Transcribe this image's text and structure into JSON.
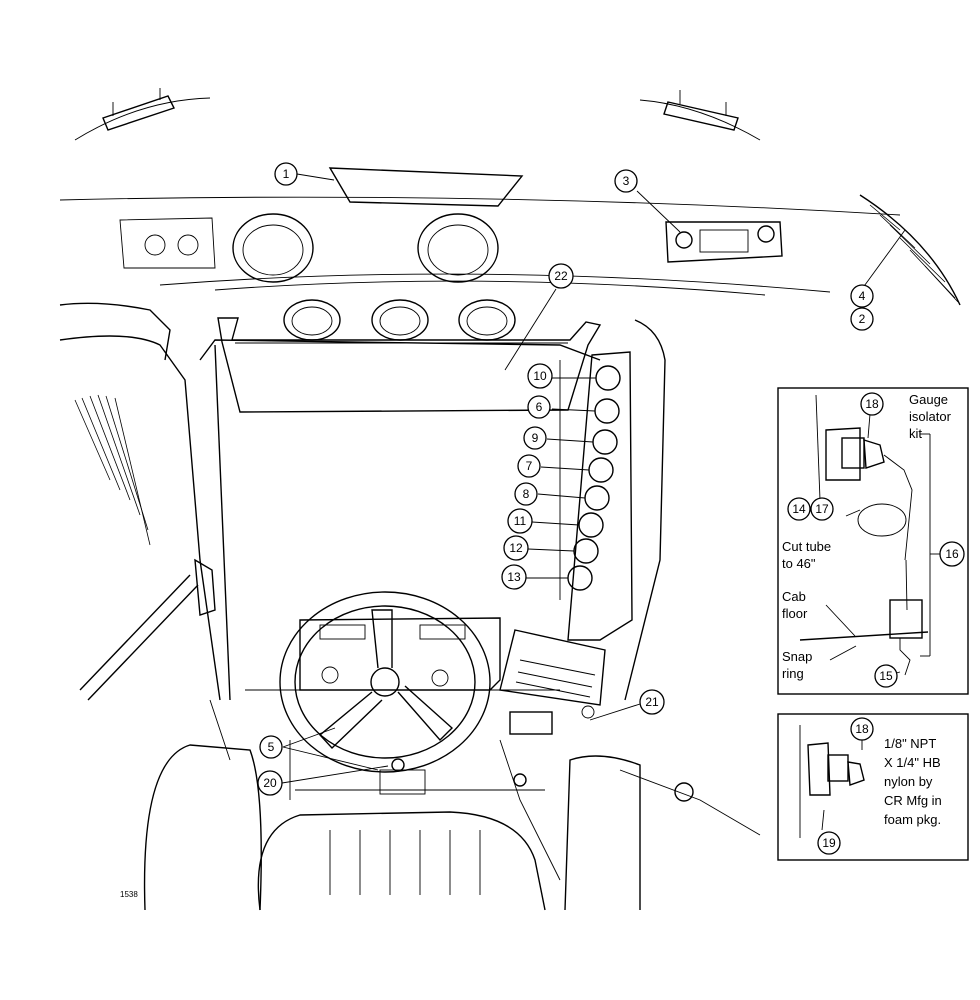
{
  "figure_number": "1538",
  "callouts": [
    {
      "id": "c1",
      "label": "1"
    },
    {
      "id": "c3",
      "label": "3"
    },
    {
      "id": "c22",
      "label": "22"
    },
    {
      "id": "c4",
      "label": "4"
    },
    {
      "id": "c2",
      "label": "2"
    },
    {
      "id": "c10",
      "label": "10"
    },
    {
      "id": "c6",
      "label": "6"
    },
    {
      "id": "c9",
      "label": "9"
    },
    {
      "id": "c7",
      "label": "7"
    },
    {
      "id": "c8",
      "label": "8"
    },
    {
      "id": "c11",
      "label": "11"
    },
    {
      "id": "c12",
      "label": "12"
    },
    {
      "id": "c13",
      "label": "13"
    },
    {
      "id": "c21",
      "label": "21"
    },
    {
      "id": "c5",
      "label": "5"
    },
    {
      "id": "c20",
      "label": "20"
    },
    {
      "id": "c18a",
      "label": "18"
    },
    {
      "id": "c14",
      "label": "14"
    },
    {
      "id": "c17",
      "label": "17"
    },
    {
      "id": "c16",
      "label": "16"
    },
    {
      "id": "c15",
      "label": "15"
    },
    {
      "id": "c18b",
      "label": "18"
    },
    {
      "id": "c19",
      "label": "19"
    }
  ],
  "inset_isolator": {
    "title_lines": [
      "Gauge",
      "isolator",
      "kit"
    ],
    "cut_tube_lines": [
      "Cut tube",
      "to 46\""
    ],
    "cab_floor_lines": [
      "Cab",
      "floor"
    ],
    "snap_ring_lines": [
      "Snap",
      "ring"
    ]
  },
  "inset_fitting": {
    "note_lines": [
      "1/8\" NPT",
      "X 1/4\" HB",
      "nylon by",
      "CR Mfg in",
      "foam pkg."
    ]
  }
}
